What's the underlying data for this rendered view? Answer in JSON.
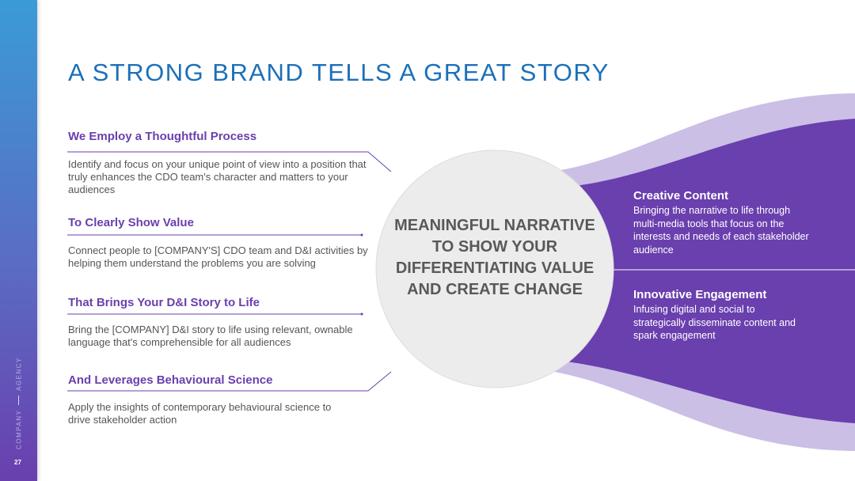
{
  "sidebar": {
    "brand_left": "COMPANY",
    "brand_right": "AGENCY",
    "page_number": "27"
  },
  "title": "A STRONG BRAND TELLS A GREAT STORY",
  "items": [
    {
      "heading": "We Employ a Thoughtful Process",
      "body": "Identify and focus on your unique point of view into a position that truly enhances the CDO team's character and matters to your audiences"
    },
    {
      "heading": "To Clearly Show Value",
      "body": "Connect people to [COMPANY'S] CDO team and D&I activities by helping them understand the problems you are solving"
    },
    {
      "heading": "That Brings Your D&I Story to Life",
      "body": "Bring the [COMPANY] D&I story to life using relevant, ownable language that's comprehensible for all audiences"
    },
    {
      "heading": "And Leverages Behavioural Science",
      "body": "Apply the insights of contemporary behavioural science to drive stakeholder action"
    }
  ],
  "center": "MEANINGFUL NARRATIVE TO SHOW YOUR DIFFERENTIATING VALUE AND CREATE CHANGE",
  "right": [
    {
      "heading": "Creative Content",
      "body": "Bringing the narrative to life through multi-media tools that focus on the interests and needs of each stakeholder audience"
    },
    {
      "heading": "Innovative Engagement",
      "body": "Infusing digital and social to strategically disseminate content and spark engagement"
    }
  ],
  "colors": {
    "title": "#1c70b8",
    "accent": "#6a3fae",
    "light_accent": "#cbbfe6",
    "circle": "#ececec"
  }
}
